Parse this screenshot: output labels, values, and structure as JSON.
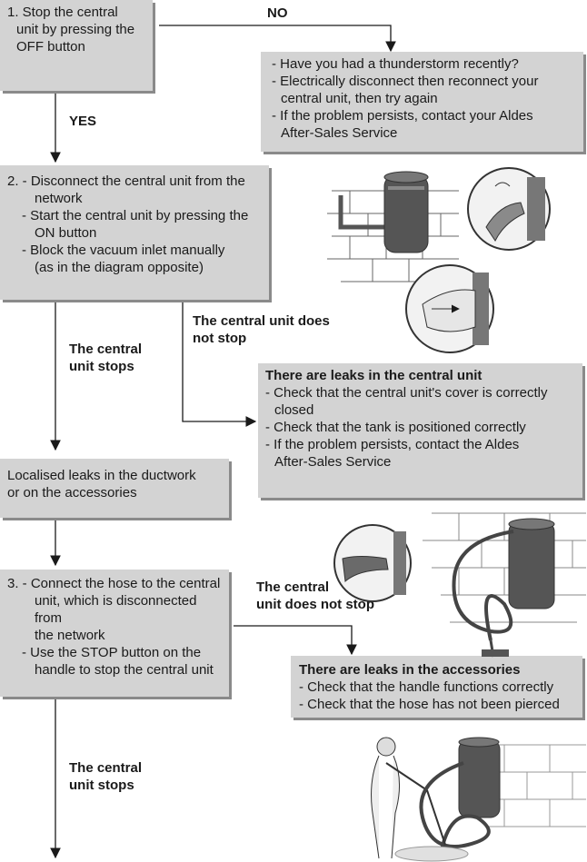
{
  "labels": {
    "no": "NO",
    "yes": "YES",
    "central_does_not_stop_1_a": "The central unit does",
    "central_does_not_stop_1_b": "not stop",
    "central_stops_1_a": "The central",
    "central_stops_1_b": "unit stops",
    "central_does_not_stop_2_a": "The central",
    "central_does_not_stop_2_b": "unit does not stop",
    "central_stops_2_a": "The central",
    "central_stops_2_b": "unit stops"
  },
  "box1": {
    "lines": [
      "1. Stop the central",
      "unit by pressing the",
      "OFF button"
    ]
  },
  "box_thunder": {
    "lines": [
      "- Have you had a thunderstorm recently?",
      "- Electrically disconnect then reconnect your",
      "central unit, then try again",
      "- If the problem persists, contact your Aldes",
      "After-Sales Service"
    ]
  },
  "box2": {
    "lines": [
      "2. - Disconnect the central unit from the",
      "network",
      "- Start the central unit by pressing the",
      "ON button",
      "- Block the vacuum inlet manually",
      "(as in the diagram opposite)"
    ]
  },
  "box_leaks_central": {
    "title": "There are leaks in the central unit",
    "lines": [
      "- Check that the central unit's cover is correctly",
      "closed",
      "- Check that the tank is positioned correctly",
      "- If the problem persists, contact the Aldes",
      "After-Sales Service"
    ]
  },
  "box_localised": {
    "lines": [
      "Localised leaks in the ductwork",
      "or on the accessories"
    ]
  },
  "box3": {
    "lines": [
      "3. - Connect the hose to the central",
      "unit, which is disconnected from",
      "the network",
      "- Use the STOP button on the",
      "handle to stop the central unit"
    ]
  },
  "box_leaks_accessories": {
    "title": "There are leaks in the accessories",
    "lines": [
      "- Check that the handle functions correctly",
      "- Check that the hose has not been pierced"
    ]
  }
}
